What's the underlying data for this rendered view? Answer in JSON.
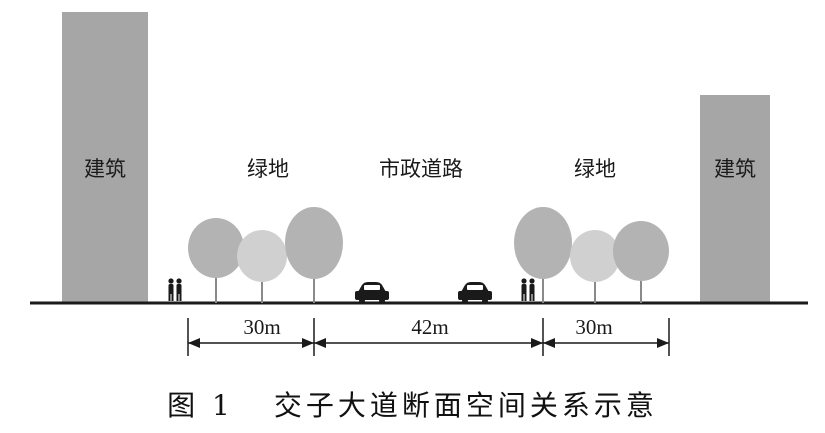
{
  "labels": {
    "building_left": "建筑",
    "green_left": "绿地",
    "road": "市政道路",
    "green_right": "绿地",
    "building_right": "建筑"
  },
  "dimensions": {
    "left": "30m",
    "middle": "42m",
    "right": "30m"
  },
  "caption": {
    "number": "图 1",
    "text": "交子大道断面空间关系示意"
  },
  "colors": {
    "building": "#a6a6a6",
    "tree_dark": "#b3b3b3",
    "tree_light": "#d0d0d0",
    "ground": "#1a1a1a",
    "car": "#1a1a1a"
  }
}
